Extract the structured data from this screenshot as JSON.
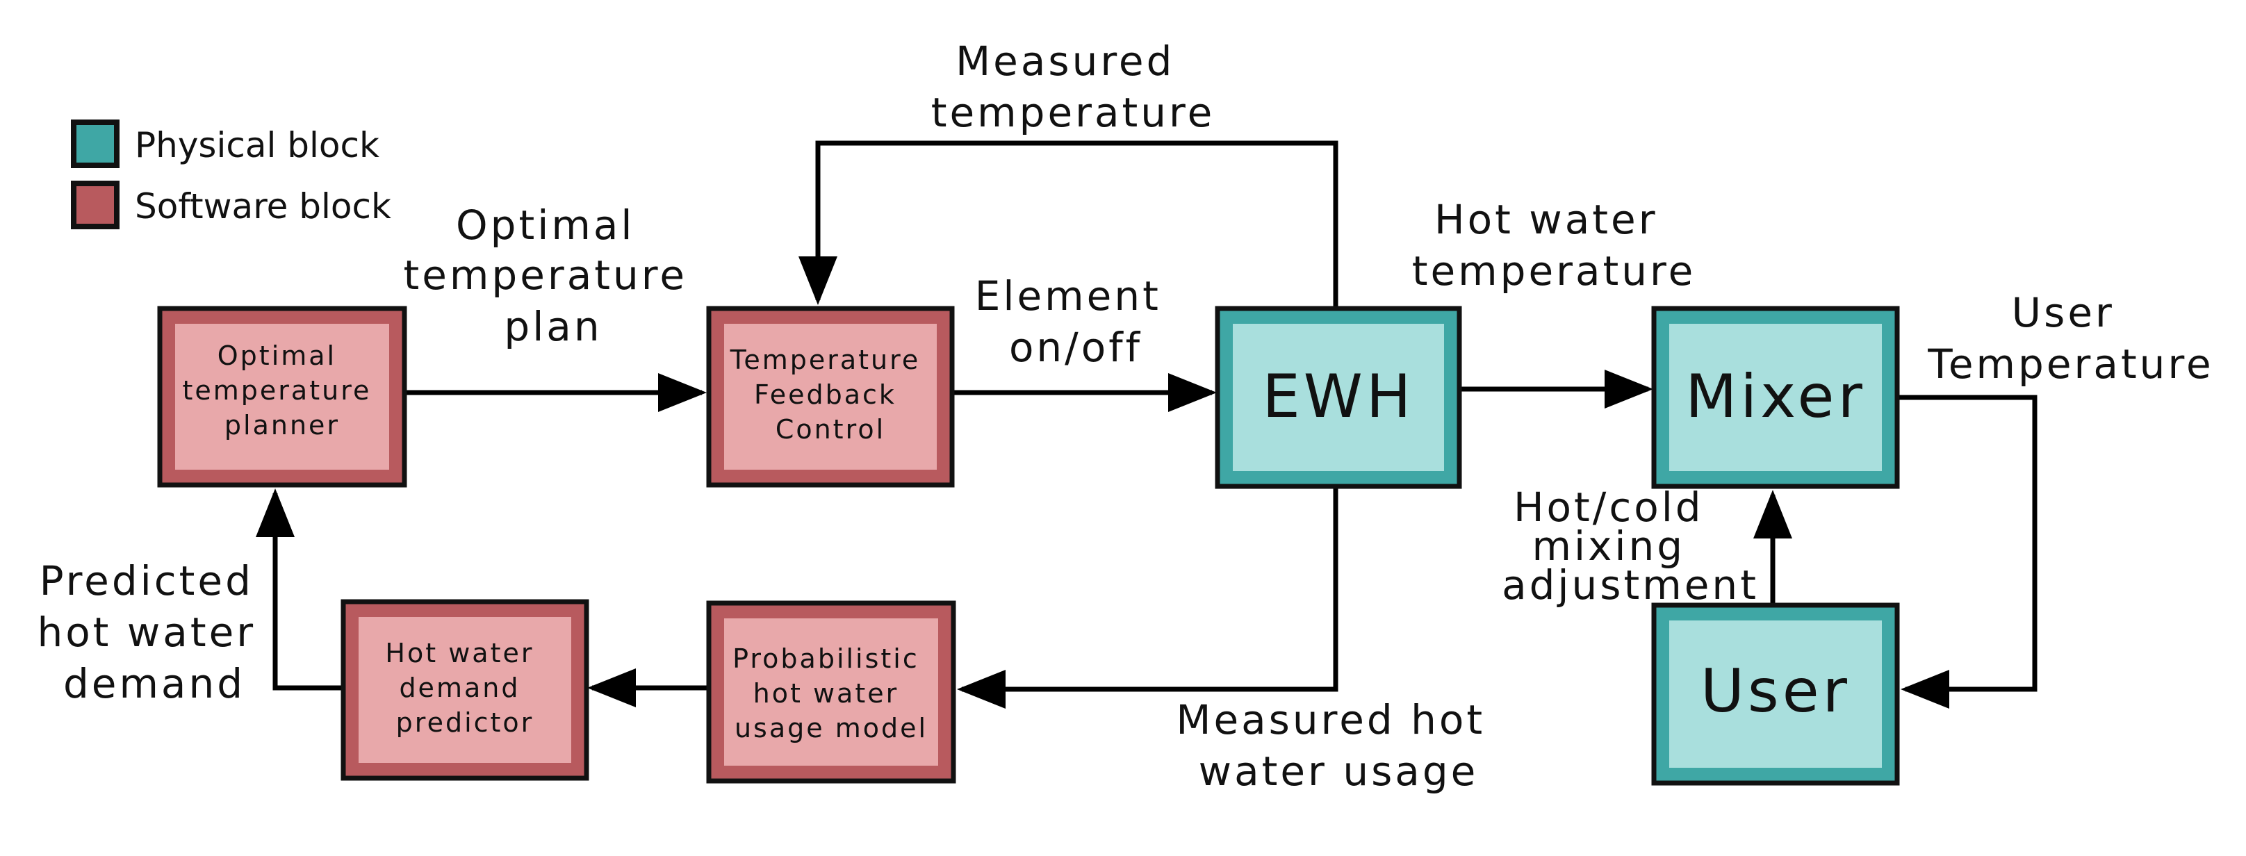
{
  "colors": {
    "physical_outer": "#3fa7a5",
    "physical_inner": "#a9dfdd",
    "software_outer": "#b85a5e",
    "software_inner": "#e8a8aa",
    "border": "#111111",
    "line": "#000000"
  },
  "legend": {
    "physical_label": "Physical block",
    "software_label": "Software block"
  },
  "blocks": {
    "planner": {
      "lines": [
        "Optimal",
        "temperature",
        "planner"
      ]
    },
    "feedback": {
      "lines": [
        "Temperature",
        "Feedback",
        "Control"
      ]
    },
    "ewh": {
      "lines": [
        "EWH"
      ]
    },
    "mixer": {
      "lines": [
        "Mixer"
      ]
    },
    "user": {
      "lines": [
        "User"
      ]
    },
    "predictor": {
      "lines": [
        "Hot water",
        "demand",
        "predictor"
      ]
    },
    "usage_model": {
      "lines": [
        "Probabilistic",
        "hot water",
        "usage model"
      ]
    }
  },
  "edges": {
    "plan": {
      "lines": [
        "Optimal",
        "temperature",
        "plan"
      ]
    },
    "element": {
      "lines": [
        "Element",
        "on/off"
      ]
    },
    "measured_temp": {
      "lines": [
        "Measured",
        "temperature"
      ]
    },
    "hot_water_temp": {
      "lines": [
        "Hot water",
        "temperature"
      ]
    },
    "user_temp": {
      "lines": [
        "User",
        "Temperature"
      ]
    },
    "mixing": {
      "lines": [
        "Hot/cold",
        "mixing",
        "adjustment"
      ]
    },
    "measured_usage": {
      "lines": [
        "Measured hot",
        "water usage"
      ]
    },
    "predicted_demand": {
      "lines": [
        "Predicted",
        "hot water",
        "demand"
      ]
    }
  }
}
